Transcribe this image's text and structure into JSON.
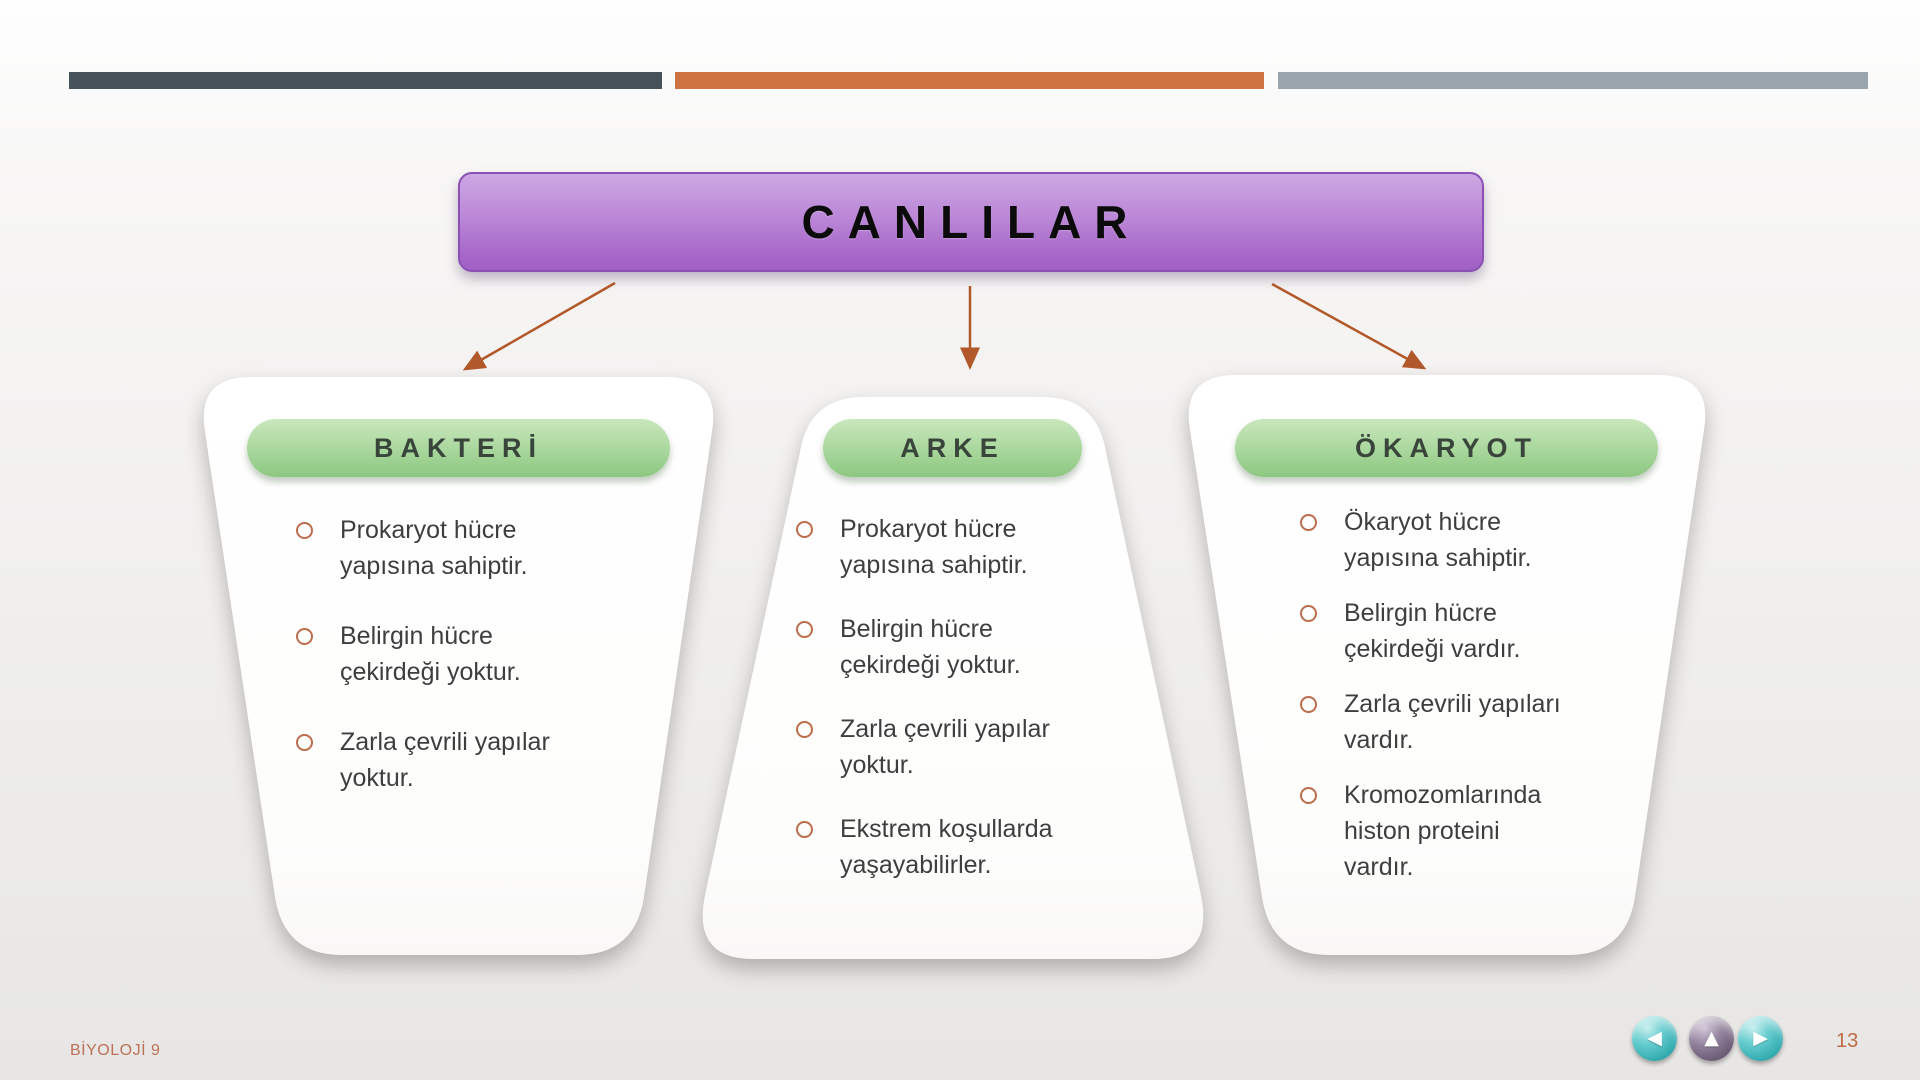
{
  "title_banner": {
    "label": "CANLILAR"
  },
  "colors": {
    "bar_dark": "#47525B",
    "bar_orange": "#CE7440",
    "bar_gray": "#9AA4AC",
    "banner_purple": "#B681D4",
    "banner_border": "#8A50B4",
    "pill_green": "#A7D79B",
    "arrow": "#B2592B",
    "bullet_ring": "#BB6D4C",
    "body_text": "#3E3E3E",
    "footer_text": "#BE7157",
    "nav_teal": "#38AFB3",
    "nav_purple": "#6C5B75"
  },
  "cards": [
    {
      "header": "BAKTERİ",
      "bullets": [
        "Prokaryot hücre\nyapısına sahiptir.",
        "Belirgin hücre\nçekirdeği yoktur.",
        "Zarla çevrili yapılar\nyoktur."
      ]
    },
    {
      "header": "ARKE",
      "bullets": [
        "Prokaryot hücre\nyapısına sahiptir.",
        "Belirgin hücre\nçekirdeği yoktur.",
        "Zarla çevrili yapılar\nyoktur.",
        "Ekstrem koşullarda\nyaşayabilirler."
      ]
    },
    {
      "header": "ÖKARYOT",
      "bullets": [
        "Ökaryot hücre\nyapısına sahiptir.",
        "Belirgin hücre\nçekirdeği vardır.",
        "Zarla çevrili yapıları\nvardır.",
        "Kromozomlarında\nhiston proteini\nvardır."
      ]
    }
  ],
  "footer": {
    "left_label": "BİYOLOJİ 9",
    "page_number": "13"
  },
  "nav": {
    "prev_glyph": "◀",
    "home_glyph": "▲",
    "next_glyph": "▶"
  }
}
